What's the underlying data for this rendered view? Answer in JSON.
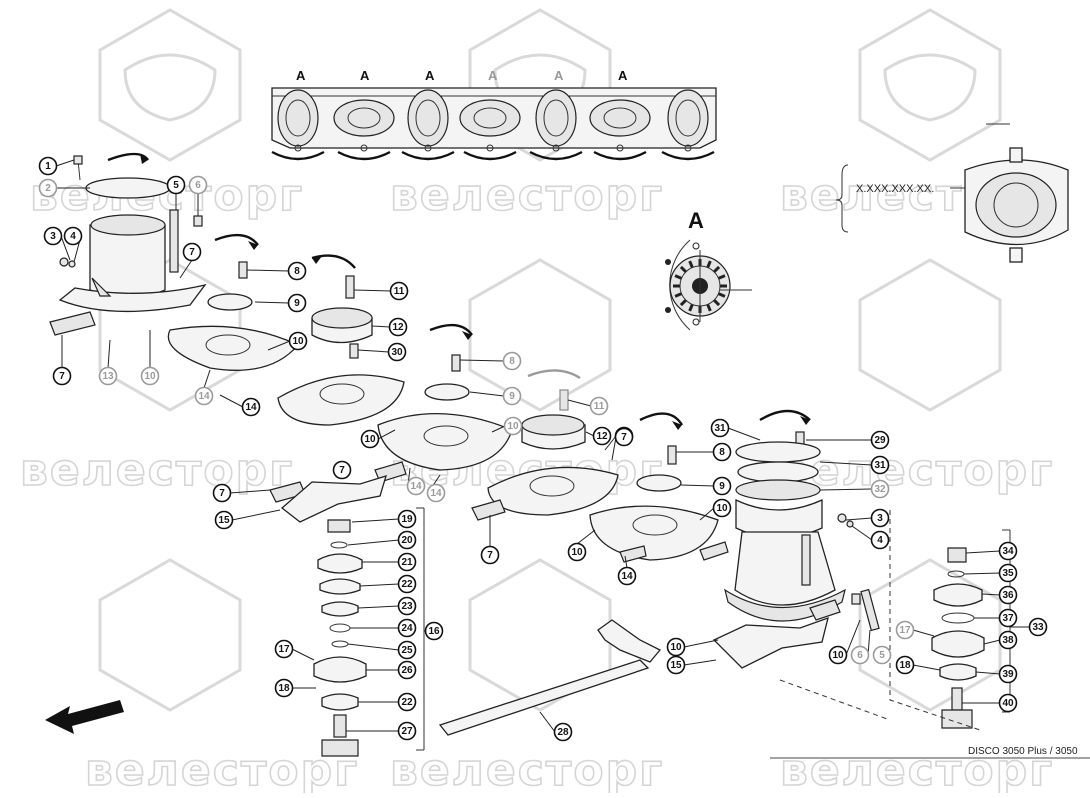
{
  "footer": {
    "model_text": "DISCO 3050 Plus / 3050"
  },
  "watermark": {
    "text": "велесторг"
  },
  "section_marks": {
    "view_label": "A",
    "top_bar_labels": [
      "A",
      "A",
      "A",
      "A",
      "A",
      "A"
    ]
  },
  "spec_label": "X.XXX.XXX.XX.",
  "callouts": [
    {
      "n": "1"
    },
    {
      "n": "2"
    },
    {
      "n": "3"
    },
    {
      "n": "4"
    },
    {
      "n": "5"
    },
    {
      "n": "6"
    },
    {
      "n": "7"
    },
    {
      "n": "7"
    },
    {
      "n": "7"
    },
    {
      "n": "13"
    },
    {
      "n": "10"
    },
    {
      "n": "14"
    },
    {
      "n": "14"
    },
    {
      "n": "10"
    },
    {
      "n": "8"
    },
    {
      "n": "9"
    },
    {
      "n": "11"
    },
    {
      "n": "12"
    },
    {
      "n": "30"
    },
    {
      "n": "8"
    },
    {
      "n": "9"
    },
    {
      "n": "11"
    },
    {
      "n": "12"
    },
    {
      "n": "7"
    },
    {
      "n": "10"
    },
    {
      "n": "10"
    },
    {
      "n": "14"
    },
    {
      "n": "14"
    },
    {
      "n": "7"
    },
    {
      "n": "7"
    },
    {
      "n": "15"
    },
    {
      "n": "19"
    },
    {
      "n": "20"
    },
    {
      "n": "21"
    },
    {
      "n": "22"
    },
    {
      "n": "23"
    },
    {
      "n": "24"
    },
    {
      "n": "16"
    },
    {
      "n": "25"
    },
    {
      "n": "17"
    },
    {
      "n": "26"
    },
    {
      "n": "18"
    },
    {
      "n": "22"
    },
    {
      "n": "27"
    },
    {
      "n": "7"
    },
    {
      "n": "8"
    },
    {
      "n": "9"
    },
    {
      "n": "10"
    },
    {
      "n": "10"
    },
    {
      "n": "14"
    },
    {
      "n": "31"
    },
    {
      "n": "29"
    },
    {
      "n": "31"
    },
    {
      "n": "32"
    },
    {
      "n": "3"
    },
    {
      "n": "4"
    },
    {
      "n": "34"
    },
    {
      "n": "35"
    },
    {
      "n": "36"
    },
    {
      "n": "37"
    },
    {
      "n": "33"
    },
    {
      "n": "17"
    },
    {
      "n": "38"
    },
    {
      "n": "18"
    },
    {
      "n": "39"
    },
    {
      "n": "40"
    },
    {
      "n": "10"
    },
    {
      "n": "15"
    },
    {
      "n": "10"
    },
    {
      "n": "6"
    },
    {
      "n": "5"
    },
    {
      "n": "28"
    }
  ]
}
